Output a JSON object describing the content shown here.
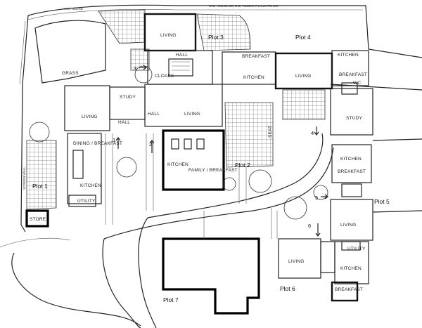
{
  "notes": {
    "top_left": "YEW HEDGE",
    "top_mid": "YEW HEDGE BEHIND TIMBER PALING FENCE",
    "left_side": "SCREEN WALL"
  },
  "plots": {
    "p1": "Plot 1",
    "p2": "Plot 2",
    "p3": "Plot 3",
    "p4": "Plot 4",
    "p5": "Plot 5",
    "p6": "Plot 6",
    "p7": "Plot 7"
  },
  "rooms": {
    "grass": "GRASS",
    "living_p3": "LIVING",
    "hall_p3": "HALL",
    "cloaks": "CLOAKS",
    "breakfast_p4": "BREAKFAST",
    "kitchen_p4a": "KITCHEN",
    "kitchen_p4b": "KITCHEN",
    "living_p4": "LIVING",
    "breakfast_p4b": "BREAKFAST",
    "wc": "WC",
    "study_p1": "STUDY",
    "living_p1": "LIVING",
    "hall_p1": "HALL",
    "hall_p2": "HALL",
    "living_p2": "LIVING",
    "study_p4": "STUDY",
    "dining_p1": "DINING / BREAKFAST",
    "kitchen_p1": "KITCHEN",
    "utility_p1": "UTILITY",
    "store": "STORE",
    "kitchen_p2": "KITCHEN",
    "family_p2": "FAMILY / BREAKFAST",
    "kitchen_p5": "KITCHEN",
    "breakfast_p5": "BREAKFAST",
    "living_p5": "LIVING",
    "utility_p5": "UTILITY",
    "living_p6": "LIVING",
    "kitchen_p6": "KITCHEN",
    "breakfast_p6": "BREAKFAST",
    "seat": "SEAT"
  },
  "numbers": [
    "1",
    "2",
    "3",
    "4",
    "5",
    "6"
  ]
}
